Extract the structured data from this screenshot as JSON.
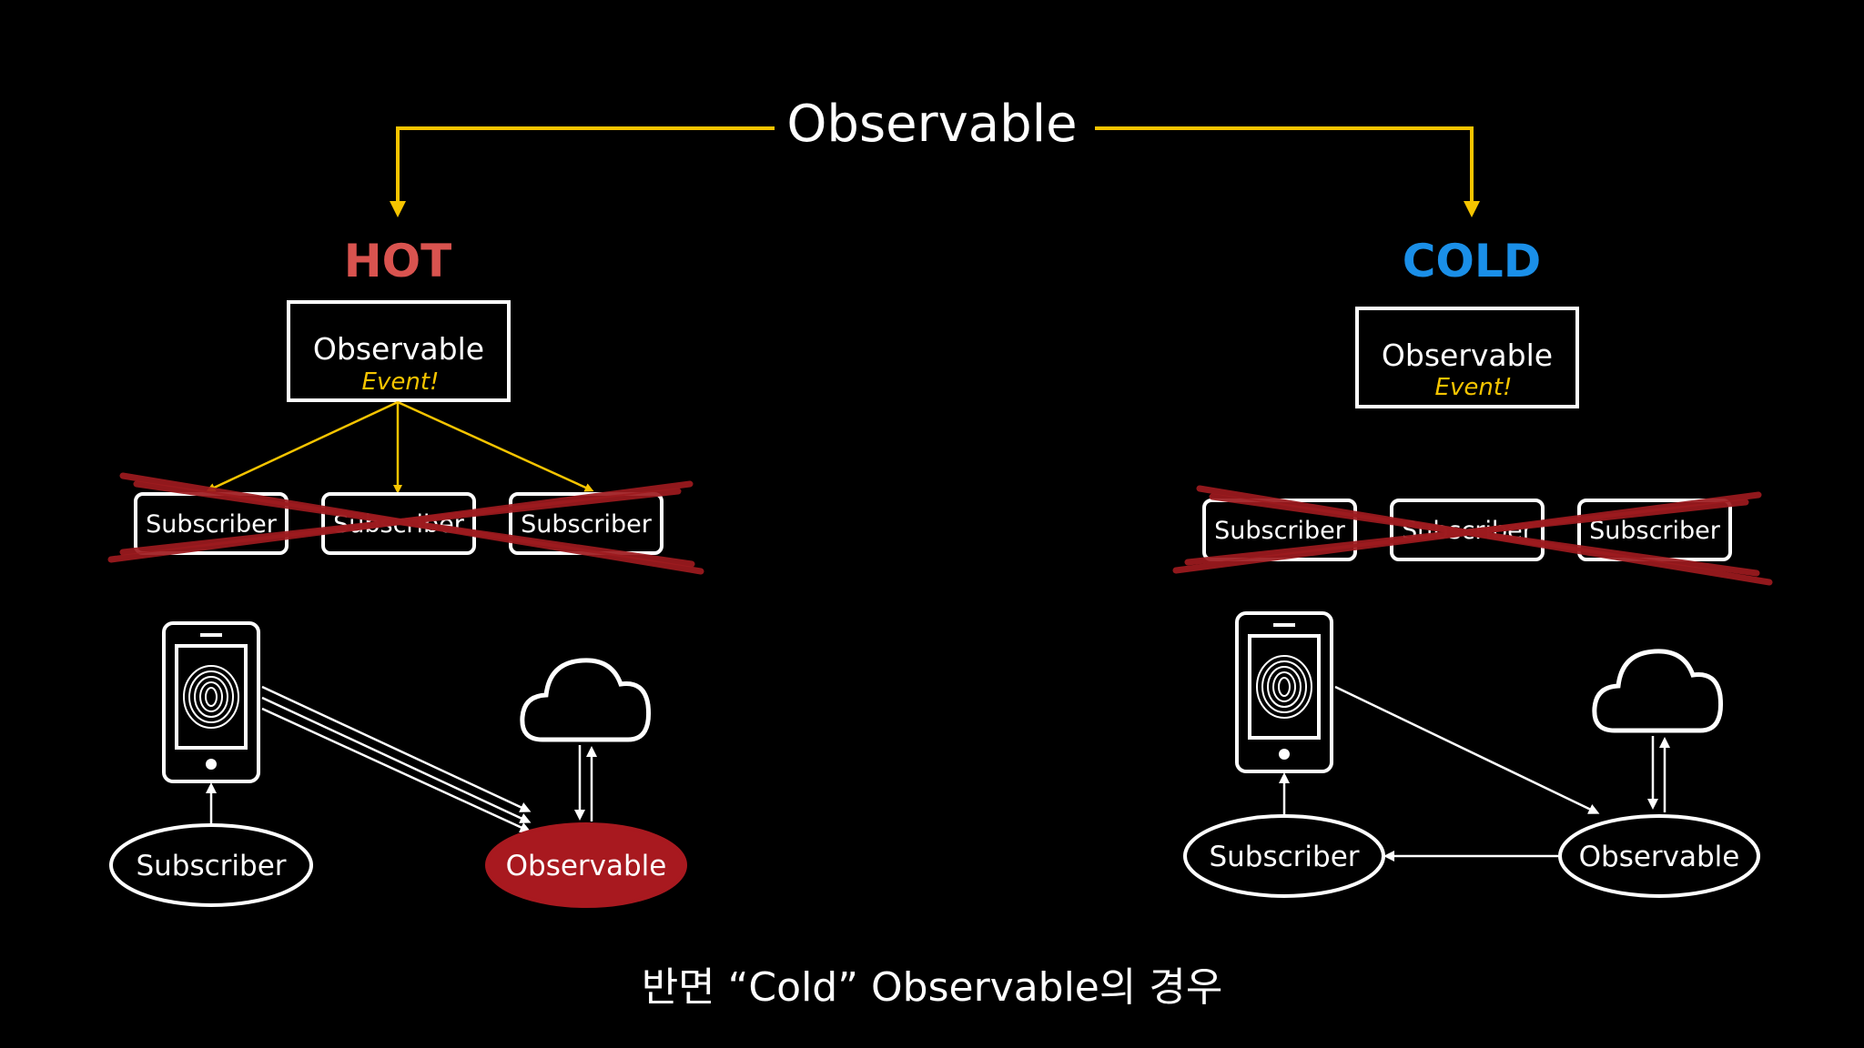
{
  "title": "Observable",
  "hot": {
    "heading": "HOT",
    "heading_color": "#d9534f",
    "observable_label": "Observable",
    "event_label": "Event!",
    "subscribers": [
      "Subscriber",
      "Subscriber",
      "Subscriber"
    ],
    "bottom_subscriber": "Subscriber",
    "bottom_observable": "Observable"
  },
  "cold": {
    "heading": "COLD",
    "heading_color": "#1a8fe8",
    "observable_label": "Observable",
    "event_label": "Event!",
    "subscribers": [
      "Subscriber",
      "Subscriber",
      "Subscriber"
    ],
    "bottom_subscriber": "Subscriber",
    "bottom_observable": "Observable"
  },
  "caption": "반면 “Cold” Observable의 경우",
  "icons": [
    "phone-fingerprint-icon",
    "cloud-icon"
  ],
  "colors": {
    "arrow": "#f5c400",
    "cross": "#9e1b1f",
    "hot_observable_fill": "#a8191f"
  }
}
